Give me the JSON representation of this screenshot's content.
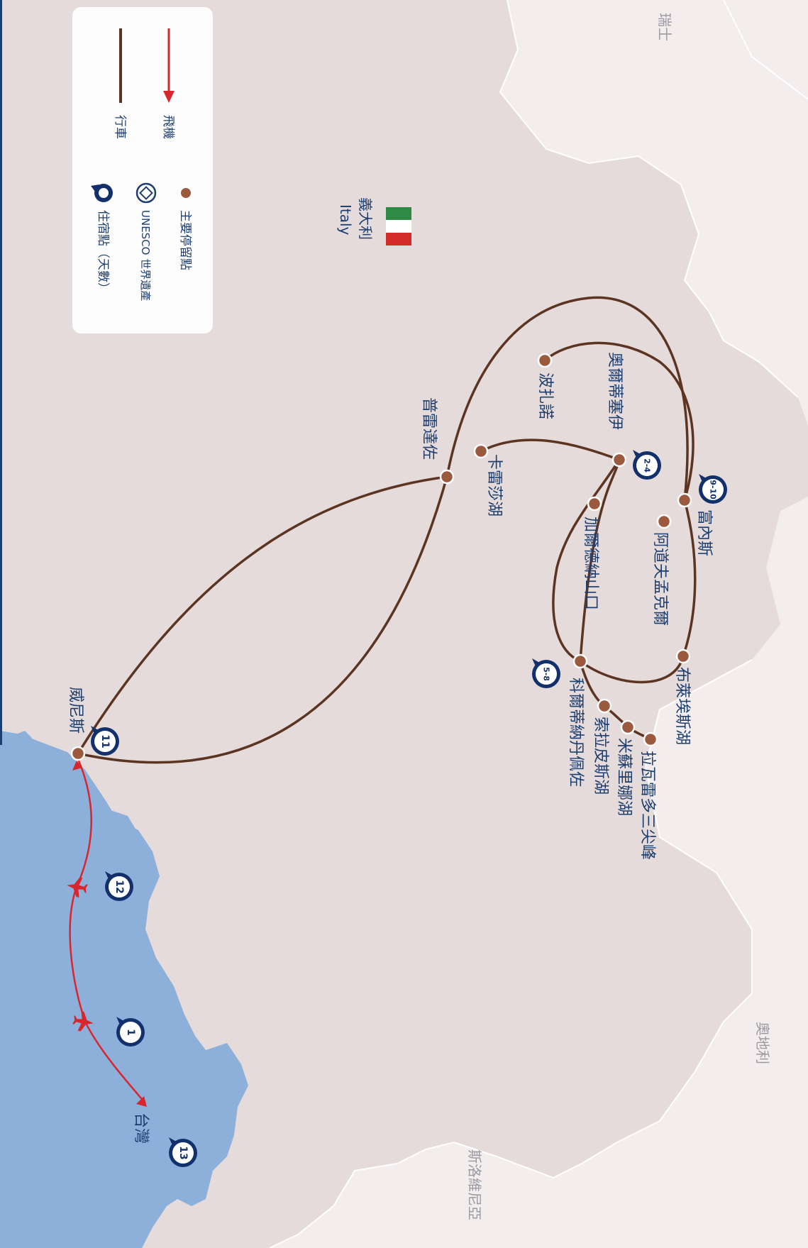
{
  "colors": {
    "land": "#e6dbdb",
    "neighbor": "#f3eded",
    "sea": "#8db0db",
    "drive": "#5c3522",
    "flight": "#d7262e",
    "stop": "#9b5a3d",
    "pin": "#12306b",
    "text": "#1d3f70",
    "flag_green": "#2f8a45",
    "flag_white": "#ffffff",
    "flag_red": "#d42b2b"
  },
  "legend": {
    "flight": "飛機",
    "drive": "行車",
    "stop": "主要停留點",
    "unesco": "UNESCO 世界遺產",
    "stay": "住宿點（天數）",
    "icons": {
      "flight": "red-arrow-icon",
      "drive": "brown-line-icon",
      "stop": "stop-dot-icon",
      "unesco": "unesco-heritage-icon",
      "stay": "pin-icon"
    }
  },
  "countries": {
    "italy_zh": "義大利",
    "italy_en": "Italy",
    "switzerland": "瑞士",
    "austria": "奧地利",
    "slovenia": "斯洛維尼亞"
  },
  "places": [
    {
      "id": "venice",
      "label": "威尼斯"
    },
    {
      "id": "predazzo",
      "label": "普雷達佐"
    },
    {
      "id": "lake_carezza",
      "label": "卡雷莎湖"
    },
    {
      "id": "bolzano",
      "label": "波扎諾"
    },
    {
      "id": "ortisei",
      "label": "奧爾蒂塞伊"
    },
    {
      "id": "gardena_pass",
      "label": "加爾德納山口"
    },
    {
      "id": "funes",
      "label": "富內斯"
    },
    {
      "id": "adolf_munkel",
      "label": "阿道夫孟克爾"
    },
    {
      "id": "lake_braies",
      "label": "布萊埃斯湖"
    },
    {
      "id": "cortina",
      "label": "科爾蒂納丹佩佐"
    },
    {
      "id": "lake_sorapis",
      "label": "索拉皮斯湖"
    },
    {
      "id": "lake_misurina",
      "label": "米蘇里娜湖"
    },
    {
      "id": "tre_cime",
      "label": "拉瓦雷多三尖峰"
    },
    {
      "id": "taiwan",
      "label": "台灣"
    }
  ],
  "stays": [
    {
      "id": "day1",
      "days": "1"
    },
    {
      "id": "day2_4",
      "days": "2-4"
    },
    {
      "id": "day5_8",
      "days": "5-8"
    },
    {
      "id": "day9_10",
      "days": "9-10"
    },
    {
      "id": "day11",
      "days": "11"
    },
    {
      "id": "day12",
      "days": "12"
    },
    {
      "id": "day13",
      "days": "13"
    }
  ]
}
